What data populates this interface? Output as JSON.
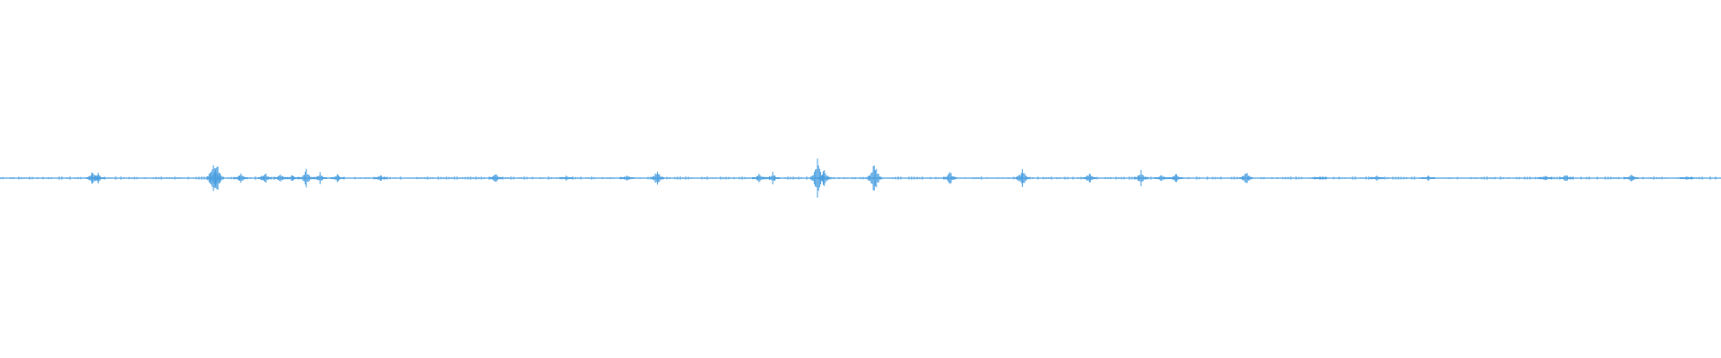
{
  "waveform": {
    "color": "#4a9fe0",
    "background": "#ffffff",
    "duration_fraction_axis": "time",
    "bursts": [
      {
        "t": 0.054,
        "amp": 0.16
      },
      {
        "t": 0.057,
        "amp": 0.1
      },
      {
        "t": 0.124,
        "amp": 0.42
      },
      {
        "t": 0.126,
        "amp": 0.35
      },
      {
        "t": 0.14,
        "amp": 0.12
      },
      {
        "t": 0.154,
        "amp": 0.14
      },
      {
        "t": 0.163,
        "amp": 0.1
      },
      {
        "t": 0.17,
        "amp": 0.09
      },
      {
        "t": 0.178,
        "amp": 0.18
      },
      {
        "t": 0.186,
        "amp": 0.12
      },
      {
        "t": 0.196,
        "amp": 0.1
      },
      {
        "t": 0.221,
        "amp": 0.08
      },
      {
        "t": 0.288,
        "amp": 0.1
      },
      {
        "t": 0.329,
        "amp": 0.05
      },
      {
        "t": 0.364,
        "amp": 0.06
      },
      {
        "t": 0.382,
        "amp": 0.2
      },
      {
        "t": 0.441,
        "amp": 0.09
      },
      {
        "t": 0.449,
        "amp": 0.12
      },
      {
        "t": 0.475,
        "amp": 0.4
      },
      {
        "t": 0.479,
        "amp": 0.2
      },
      {
        "t": 0.508,
        "amp": 0.42
      },
      {
        "t": 0.552,
        "amp": 0.14
      },
      {
        "t": 0.594,
        "amp": 0.22
      },
      {
        "t": 0.633,
        "amp": 0.12
      },
      {
        "t": 0.663,
        "amp": 0.16
      },
      {
        "t": 0.675,
        "amp": 0.08
      },
      {
        "t": 0.683,
        "amp": 0.12
      },
      {
        "t": 0.724,
        "amp": 0.14
      },
      {
        "t": 0.767,
        "amp": 0.05
      },
      {
        "t": 0.8,
        "amp": 0.05
      },
      {
        "t": 0.83,
        "amp": 0.05
      },
      {
        "t": 0.898,
        "amp": 0.05
      },
      {
        "t": 0.91,
        "amp": 0.09
      },
      {
        "t": 0.948,
        "amp": 0.08
      },
      {
        "t": 0.98,
        "amp": 0.05
      }
    ]
  }
}
